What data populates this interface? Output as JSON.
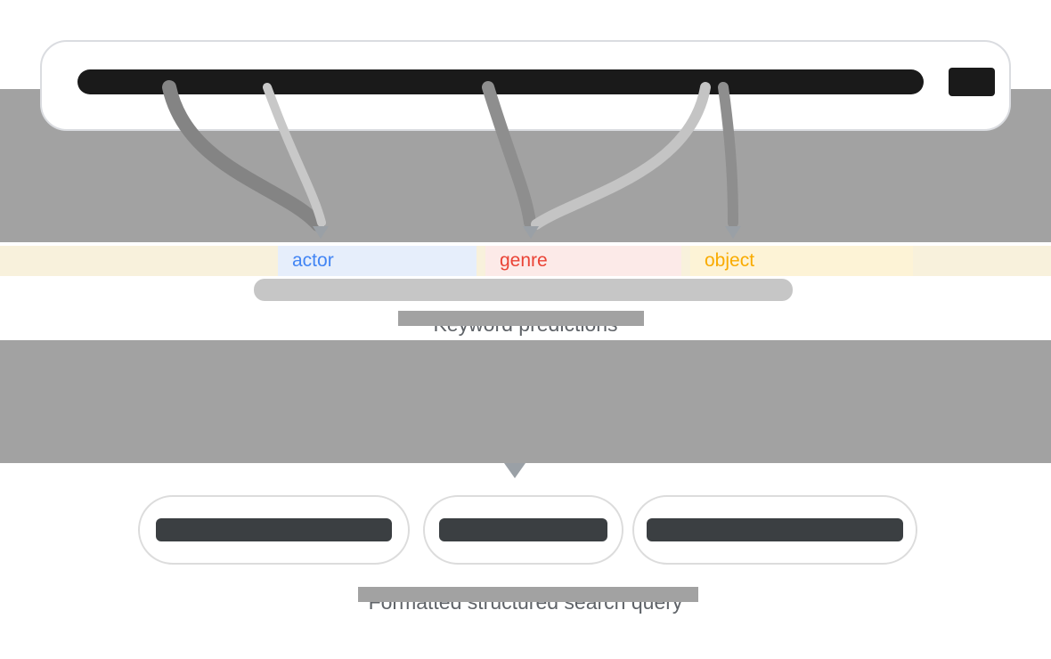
{
  "keywords": {
    "band_color": "#f8f1dc",
    "items": [
      {
        "label": "actor",
        "text_color": "#4285f4",
        "bg_color": "#e6eefb"
      },
      {
        "label": "genre",
        "text_color": "#ea4335",
        "bg_color": "#fceae8"
      },
      {
        "label": "object",
        "text_color": "#f9ab00",
        "bg_color": "#fdf3d6"
      }
    ]
  },
  "captions": {
    "keyword_predictions": "Keyword predictions",
    "formatted_query": "Formatted structured search query"
  },
  "colors": {
    "redaction_gray": "#a2a2a2",
    "redaction_black": "#1a1a1a",
    "redaction_light": "#c6c6c6",
    "pill_dark": "#3b3f42",
    "caption_text": "#5f6368",
    "arrow_gray": "#9aa0a6",
    "outline_gray": "#dadce0"
  }
}
